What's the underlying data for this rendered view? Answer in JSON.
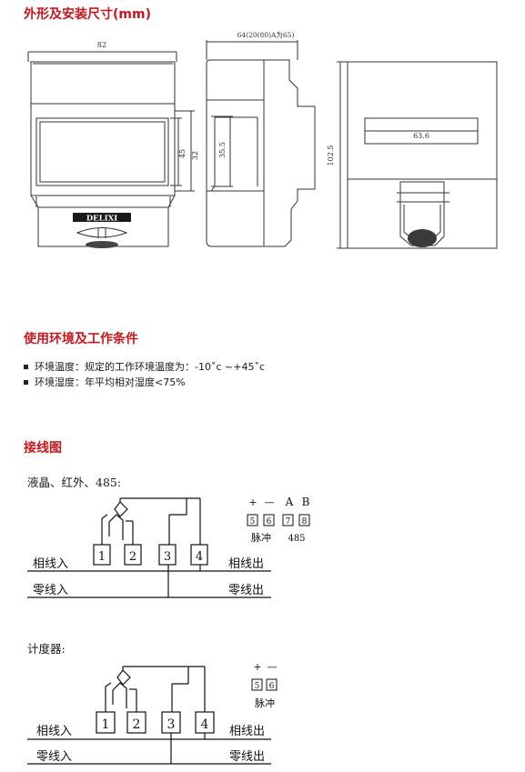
{
  "headings": {
    "dimensions": "外形及安装尺寸(mm)",
    "environment": "使用环境及工作条件",
    "wiring": "接线图"
  },
  "environment_items": [
    "环境温度：规定的工作环境温度为：-10˚c ~+45˚c",
    "环境湿度：年平均相对湿度<75%"
  ],
  "dimensions": {
    "front_width": "82",
    "side_width": "64(20(80)A为65)",
    "window_height": "45",
    "inner_height": "32",
    "rail_height": "35.5",
    "rear_height": "102.5",
    "rear_width": "63.6",
    "brand_logo": "DELIXI"
  },
  "wiring": {
    "diagram1_title": "液晶、红外、485:",
    "diagram2_title": "计度器:",
    "phase_in": "相线入",
    "neutral_in": "零线入",
    "phase_out": "相线出",
    "neutral_out": "零线出",
    "terminals": [
      "1",
      "2",
      "3",
      "4"
    ],
    "pulse_plus": "+",
    "pulse_minus": "—",
    "comm_a": "A",
    "comm_b": "B",
    "pulse_terminals": [
      "5",
      "6"
    ],
    "comm_terminals": [
      "7",
      "8"
    ],
    "pulse_label": "脉冲",
    "comm_label": "485"
  }
}
